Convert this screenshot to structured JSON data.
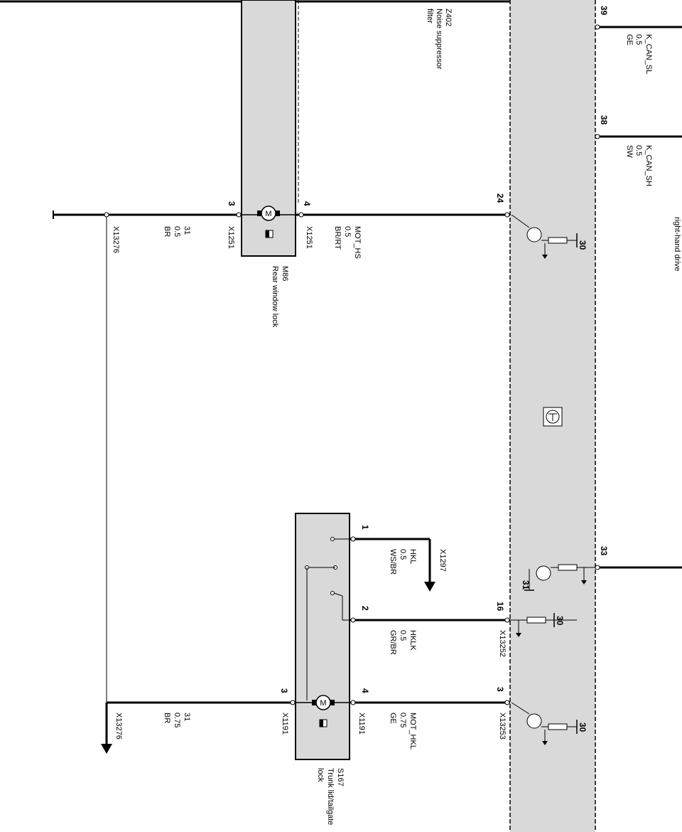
{
  "labels": {
    "z402": "Z402",
    "noise_filter_1": "Noise suppressor",
    "noise_filter_2": "filter",
    "rhd": "right-hand drive",
    "m86": "M86",
    "rear_window_lock": "Rear window lock",
    "s167": "S167",
    "trunk_lock_1": "Trunk lid/tailgate",
    "trunk_lock_2": "lock",
    "motor_symbol": "M"
  },
  "pins": {
    "p39": "39",
    "p38": "38",
    "p24": "24",
    "p3_m86": "3",
    "p4_m86": "4",
    "p1_s167": "1",
    "p2_s167": "2",
    "p3_s167": "3",
    "p4_s167": "4",
    "p16": "16",
    "p3_mod": "3",
    "p33": "33",
    "v30_a": "30",
    "v30_b": "30",
    "v30_c": "30",
    "v31": "31"
  },
  "wires": {
    "kcan_sl": [
      "K_CAN_SL",
      "0.5",
      "GE"
    ],
    "kcan_sh": [
      "K_CAN_SH",
      "0.5",
      "SW"
    ],
    "mot_hs": [
      "MOT_HS",
      "0.5",
      "BR/RT"
    ],
    "gnd_top": [
      "31",
      "0.5",
      "BR"
    ],
    "hkl": [
      "HKL",
      "0.5",
      "WS/BR"
    ],
    "hklk": [
      "HKLK",
      "0.5",
      "GR/BR"
    ],
    "mot_hkl": [
      "MOT_HKL",
      "0.75",
      "GE"
    ],
    "gnd_bot": [
      "31",
      "0.75",
      "BR"
    ]
  },
  "connectors": {
    "x13276_top": "X13276",
    "x13276_bot": "X13276",
    "x1251_a": "X1251",
    "x1251_b": "X1251",
    "x1297": "X1297",
    "x13252": "X13252",
    "x13253": "X13253",
    "x1191_a": "X1191",
    "x1191_b": "X1191"
  },
  "colors": {
    "module_fill": "#d9d9d9",
    "line": "#000000"
  }
}
